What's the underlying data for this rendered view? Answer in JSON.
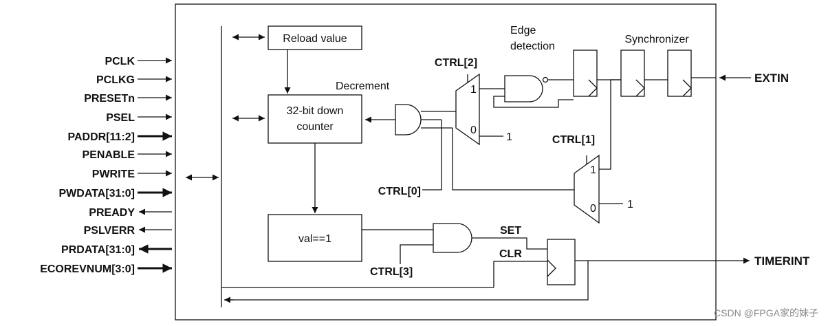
{
  "blocks": {
    "reload_value": "Reload value",
    "down_counter_line1": "32-bit down",
    "down_counter_line2": "counter",
    "compare": "val==1"
  },
  "labels": {
    "decrement": "Decrement",
    "edge_line1": "Edge",
    "edge_line2": "detection",
    "synchronizer": "Synchronizer",
    "ctrl2": "CTRL[2]",
    "ctrl1": "CTRL[1]",
    "ctrl0": "CTRL[0]",
    "ctrl3": "CTRL[3]",
    "set": "SET",
    "clr": "CLR",
    "mux_one": "1",
    "mux_zero": "0",
    "const_one": "1"
  },
  "signals": {
    "inputs": [
      "PCLK",
      "PCLKG",
      "PRESETn",
      "PSEL",
      "PADDR[11:2]",
      "PENABLE",
      "PWRITE",
      "PWDATA[31:0]"
    ],
    "outputs": [
      "PREADY",
      "PSLVERR",
      "PRDATA[31:0]",
      "ECOREVNUM[3:0]"
    ],
    "extin": "EXTIN",
    "timerint": "TIMERINT"
  },
  "watermark": "CSDN @FPGA家的妹子"
}
